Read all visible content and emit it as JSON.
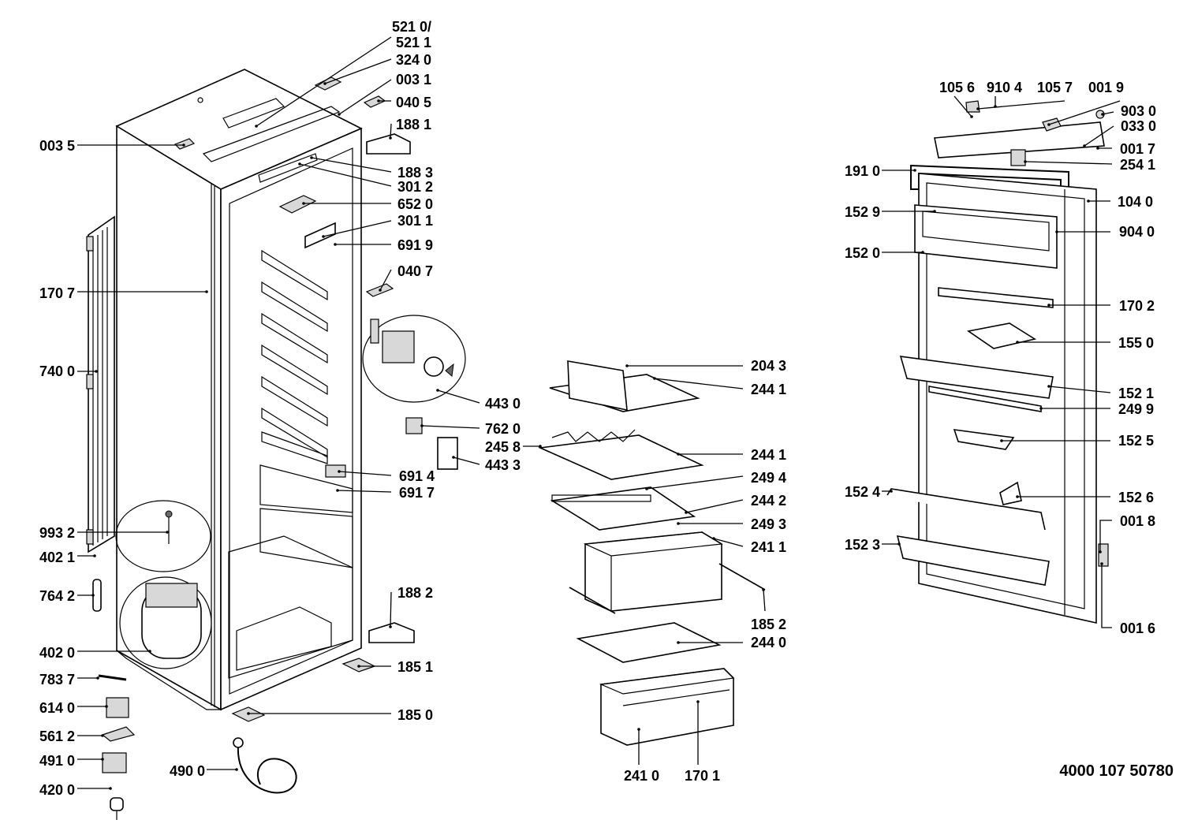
{
  "diagram": {
    "reference_number": "4000 107 50780",
    "part_labels": [
      "521 0/",
      "521 1",
      "324 0",
      "003 1",
      "040 5",
      "188 1",
      "003 5",
      "188 3",
      "301 2",
      "652 0",
      "301 1",
      "691 9",
      "040 7",
      "170 7",
      "740 0",
      "443 0",
      "762 0",
      "443 3",
      "691 4",
      "691 7",
      "993 2",
      "402 1",
      "764 2",
      "402 0",
      "783 7",
      "614 0",
      "561 2",
      "491 0",
      "420 0",
      "490 0",
      "188 2",
      "185 1",
      "185 0",
      "204 3",
      "244 1",
      "245 8",
      "244 1",
      "249 4",
      "244 2",
      "249 3",
      "241 1",
      "185 2",
      "244 0",
      "241 0",
      "170 1",
      "105 6",
      "910 4",
      "105 7",
      "001 9",
      "903 0",
      "033 0",
      "001 7",
      "254 1",
      "191 0",
      "104 0",
      "152 9",
      "904 0",
      "152 0",
      "170 2",
      "155 0",
      "152 1",
      "249 9",
      "152 5",
      "152 4",
      "152 6",
      "001 8",
      "152 3",
      "001 6"
    ]
  }
}
